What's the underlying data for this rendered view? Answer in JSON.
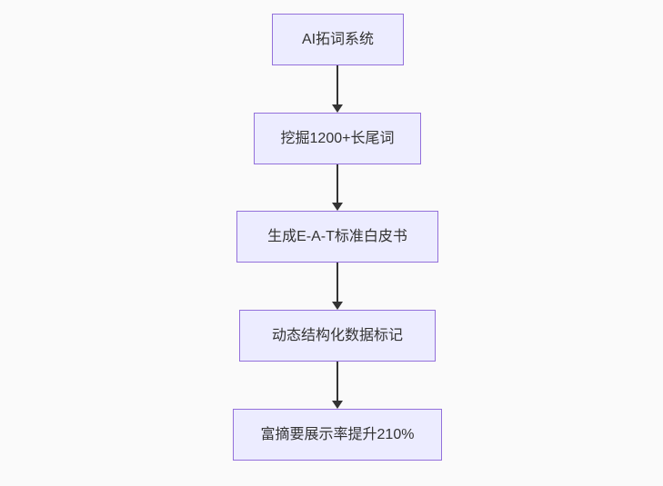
{
  "diagram": {
    "type": "flowchart",
    "direction": "top-down",
    "colors": {
      "background": "#fafafa",
      "node_fill": "#ECECFF",
      "node_border": "#9370DB",
      "text": "#333333",
      "arrow": "#333333"
    },
    "nodes": [
      {
        "id": "A",
        "label": "AI拓词系统"
      },
      {
        "id": "B",
        "label": "挖掘1200+长尾词"
      },
      {
        "id": "C",
        "label": "生成E-A-T标准白皮书"
      },
      {
        "id": "D",
        "label": "动态结构化数据标记"
      },
      {
        "id": "E",
        "label": "富摘要展示率提升210%"
      }
    ],
    "edges": [
      {
        "from": "A",
        "to": "B"
      },
      {
        "from": "B",
        "to": "C"
      },
      {
        "from": "C",
        "to": "D"
      },
      {
        "from": "D",
        "to": "E"
      }
    ]
  }
}
